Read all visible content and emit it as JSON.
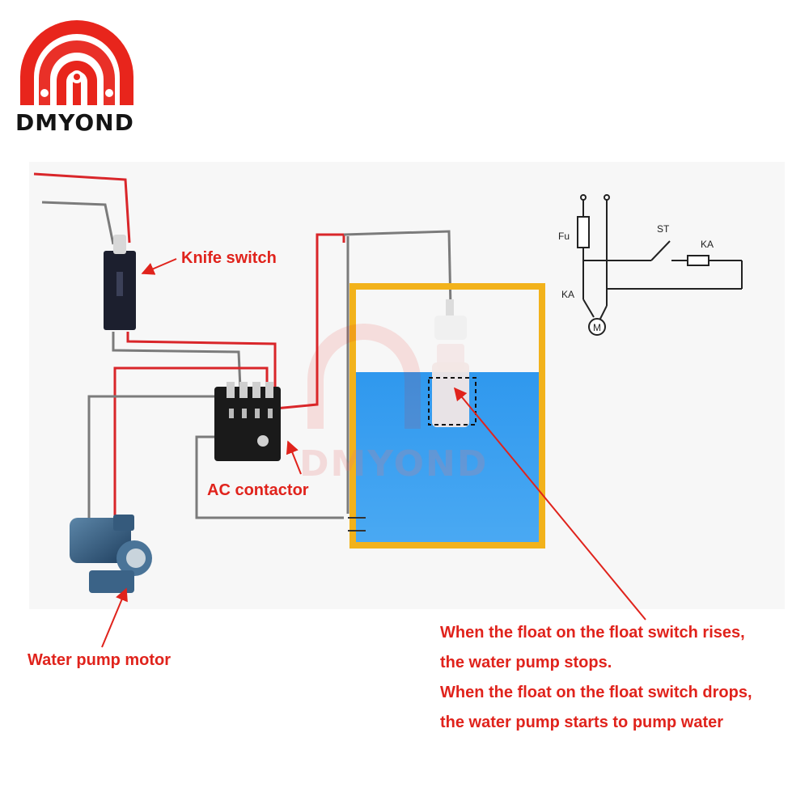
{
  "brand": {
    "name": "DMYOND",
    "color": "#e8251c"
  },
  "diagram": {
    "labels": {
      "knife_switch": "Knife switch",
      "ac_contactor": "AC contactor",
      "water_pump_motor": "Water pump motor"
    },
    "note_lines": [
      "When the float on the float switch rises,",
      "the water pump stops.",
      "When the float on the float switch drops,",
      "the water pump starts to pump water"
    ],
    "schematic": {
      "fuse_label": "Fu",
      "switch_label": "ST",
      "relay_coil_label": "KA",
      "relay_contact_label": "KA",
      "motor_label": "M"
    },
    "watermark": "DMYOND"
  },
  "colors": {
    "label_red": "#e0231c",
    "wire_red": "#d9262a",
    "wire_gray": "#7b7b7b",
    "tank_border": "#f2b21b",
    "water": "#3aa0ef"
  }
}
